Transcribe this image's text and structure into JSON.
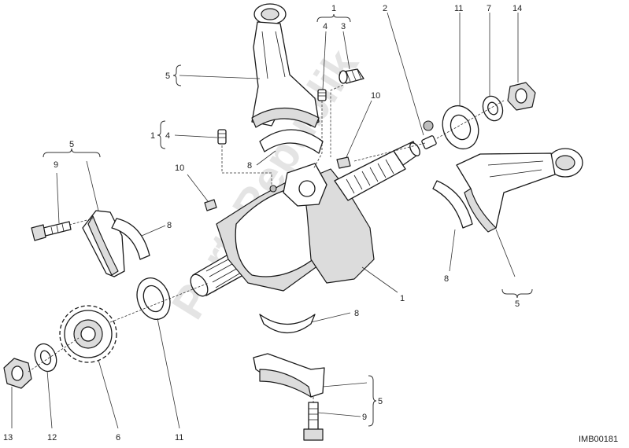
{
  "diagram": {
    "drawing_code": "IMB00181",
    "callouts": {
      "c13": "13",
      "c12": "12",
      "c6": "6",
      "c11_bottom": "11",
      "c5_left": "5",
      "c9_left": "9",
      "c8_left": "8",
      "c4_mid": "4",
      "c1_mid": "1",
      "c10_left": "10",
      "c8_mid": "8",
      "c5_top": "5",
      "c1_top": "1",
      "c4_top": "4",
      "c3": "3",
      "c10_right": "10",
      "c2": "2",
      "c11_top": "11",
      "c7": "7",
      "c14": "14",
      "c8_right": "8",
      "c5_right": "5",
      "c1_crank": "1",
      "c8_lower": "8",
      "c5_bottom": "5",
      "c9_bottom": "9"
    },
    "watermark": "PartsRepublik"
  }
}
